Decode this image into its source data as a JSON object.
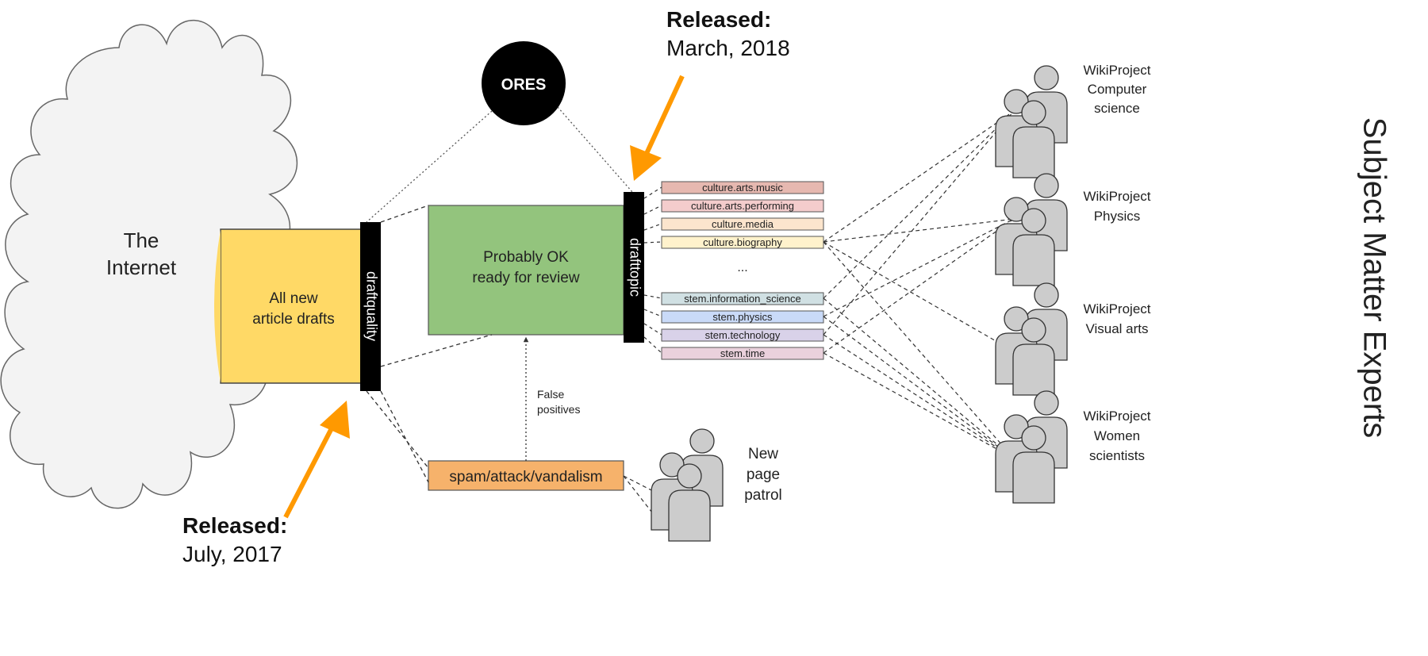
{
  "internet": {
    "line1": "The",
    "line2": "Internet"
  },
  "drafts": {
    "line1": "All new",
    "line2": "article drafts"
  },
  "draftquality": "draftquality",
  "drafttopic": "drafttopic",
  "ores": "ORES",
  "probably_ok": {
    "line1": "Probably OK",
    "line2": "ready for review"
  },
  "false_positives": {
    "line1": "False",
    "line2": "positives"
  },
  "spam": "spam/attack/vandalism",
  "new_page_patrol": {
    "line1": "New",
    "line2": "page",
    "line3": "patrol"
  },
  "release_draftquality": {
    "heading": "Released:",
    "date": "July, 2017"
  },
  "release_drafttopic": {
    "heading": "Released:",
    "date": "March, 2018"
  },
  "topics": {
    "culture_arts_music": {
      "label": "culture.arts.music",
      "color": "#e6b8b0"
    },
    "culture_arts_performing": {
      "label": "culture.arts.performing",
      "color": "#f4cccc"
    },
    "culture_media": {
      "label": "culture.media",
      "color": "#fce5cd"
    },
    "culture_biography": {
      "label": "culture.biography",
      "color": "#fff2cc"
    },
    "ellipsis": "...",
    "stem_information_science": {
      "label": "stem.information_science",
      "color": "#d0e0e3"
    },
    "stem_physics": {
      "label": "stem.physics",
      "color": "#c9daf8"
    },
    "stem_technology": {
      "label": "stem.technology",
      "color": "#d9d2e9"
    },
    "stem_time": {
      "label": "stem.time",
      "color": "#ead1dc"
    }
  },
  "wikiprojects": {
    "computer_science": {
      "line1": "WikiProject",
      "line2": "Computer",
      "line3": "science"
    },
    "physics": {
      "line1": "WikiProject",
      "line2": "Physics"
    },
    "visual_arts": {
      "line1": "WikiProject",
      "line2": "Visual arts"
    },
    "women_scientists": {
      "line1": "WikiProject",
      "line2": "Women",
      "line3": "scientists"
    }
  },
  "subject_matter_experts": "Subject Matter Experts",
  "colors": {
    "drafts": "#ffd966",
    "probably_ok": "#93c47d",
    "spam": "#f6b26b",
    "arrow": "#ff9900",
    "cloud": "#f3f3f3",
    "person": "#cccccc"
  }
}
